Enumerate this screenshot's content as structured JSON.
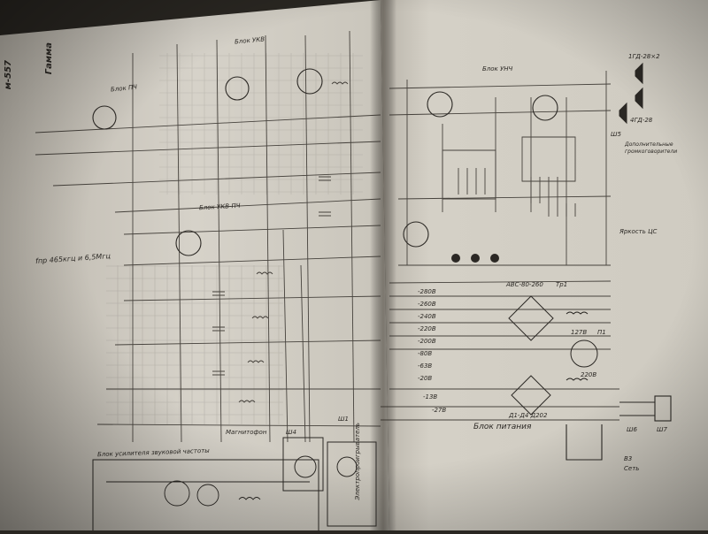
{
  "photo": {
    "description_free": true,
    "page_header": {
      "model": "м-557",
      "title": "Гамма"
    },
    "left_page": {
      "block_labels": [
        "Блок УКВ",
        "Блок ПЧ",
        "Блок УКВ-ПЧ"
      ],
      "side_note": "fпр 465кгц и 6,5Мгц",
      "bottom_labels": [
        "Блок усилителя звуковой частоты",
        "Магнитофон",
        "Ш4",
        "Ш1",
        "Электропроигрыватель"
      ]
    },
    "right_page": {
      "block_labels": [
        "Блок УНЧ",
        "Блок питания"
      ],
      "speaker_labels": [
        "1ГД-28×2",
        "4ГД-28",
        "Дополнительные громкоговорители"
      ],
      "control_labels": [
        "Яркость ЦС",
        "Ш5",
        "Ш6",
        "Ш7",
        "В3",
        "Сеть"
      ],
      "power_labels": [
        "АВС-80-260",
        "Тр1",
        "П1",
        "127В",
        "220В",
        "Д1-Д4 Д202"
      ],
      "voltage_labels": [
        "-280В",
        "-260В",
        "-240В",
        "-220В",
        "-200В",
        "-80В",
        "-63В",
        "-20В",
        "-13В",
        "-27В"
      ]
    },
    "colors": {
      "paper_left": "#d8d4cb",
      "paper_right": "#d3cfc5",
      "ink": "#2b2824",
      "background": "#2a2722"
    }
  }
}
